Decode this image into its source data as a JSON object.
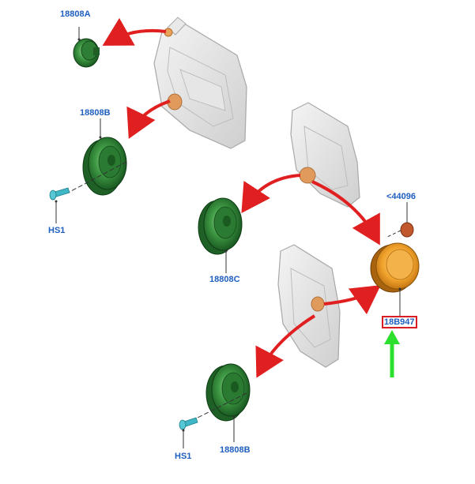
{
  "diagram": {
    "labels": {
      "speaker_front_tweeter": "18808A",
      "speaker_front_woofer": "18808B",
      "screw_front": "HS1",
      "speaker_mid": "18808C",
      "pad": "<44096",
      "cover": "18B947",
      "speaker_rear": "18808B",
      "screw_rear": "HS1"
    },
    "highlighted_part": "18B947",
    "colors": {
      "label": "#1f5fbf",
      "speaker": "#2e7d32",
      "cover": "#e0961c",
      "arrow": "#e02020",
      "pointer_arrow": "#2ee02e",
      "highlight_box": "#d81e24"
    }
  }
}
